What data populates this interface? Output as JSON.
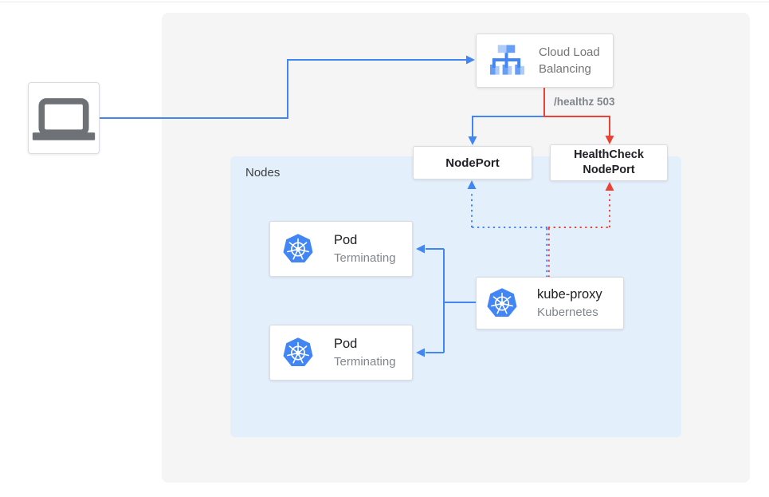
{
  "colors": {
    "blue": "#4285f4",
    "red": "#ea4335",
    "outer_panel_bg": "#f5f5f5",
    "nodes_panel_bg": "#e4effc",
    "box_border": "#dadce0",
    "text_primary": "#202124",
    "text_secondary": "#80868b"
  },
  "icons": {
    "client": "laptop-icon",
    "load_balancer": "cloud-load-balancing-icon",
    "pod": "kubernetes-icon",
    "kube_proxy": "kubernetes-icon"
  },
  "load_balancer": {
    "label": "Cloud Load Balancing"
  },
  "edge_labels": {
    "healthz": "/healthz 503"
  },
  "nodeport": {
    "label": "NodePort"
  },
  "healthcheck_nodeport": {
    "label": "HealthCheck NodePort"
  },
  "nodes_panel": {
    "label": "Nodes"
  },
  "pods": [
    {
      "title": "Pod",
      "subtitle": "Terminating"
    },
    {
      "title": "Pod",
      "subtitle": "Terminating"
    }
  ],
  "kube_proxy": {
    "title": "kube-proxy",
    "subtitle": "Kubernetes"
  }
}
